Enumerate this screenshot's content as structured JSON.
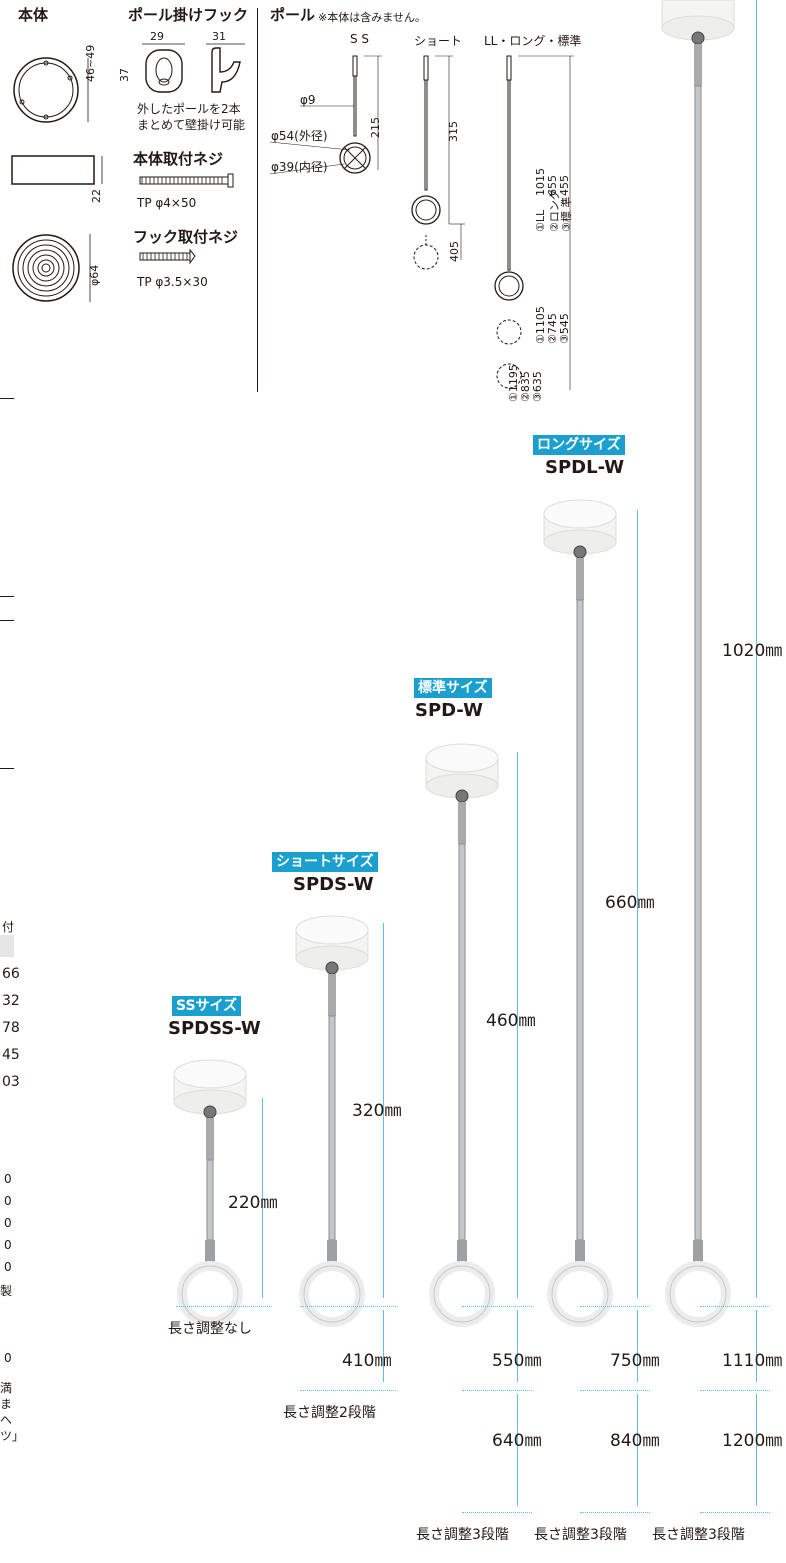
{
  "spec": {
    "body_title": "本体",
    "hook_title": "ポール掛けフック",
    "hook_dims": [
      "29",
      "31",
      "37"
    ],
    "hook_note_1": "外したポールを2本",
    "hook_note_2": "まとめて壁掛け可能",
    "body_dims": [
      "46~49",
      "22",
      "φ64"
    ],
    "screw_title": "本体取付ネジ",
    "screw_spec": "TP φ4×50",
    "hook_screw_title": "フック取付ネジ",
    "hook_screw_spec": "TP φ3.5×30",
    "pole_title": "ポール",
    "pole_note": "※本体は含みません。",
    "pole_cols": [
      "S S",
      "ショート",
      "LL・ロング・標準"
    ],
    "pole_dims": {
      "phi9": "φ9",
      "outer": "φ54(外径)",
      "inner": "φ39(内径)",
      "ss": "215",
      "short": "315",
      "short2": "405",
      "std_list": [
        "①LL",
        "②ロング",
        "③標 準"
      ],
      "std_vals": [
        "1015",
        "655",
        "455"
      ],
      "mid_vals": [
        "①1105",
        "②745",
        "③545"
      ],
      "low_vals": [
        "①1195",
        "②835",
        "③635"
      ]
    }
  },
  "edge_fragments": [
    "付",
    "66",
    "32",
    "78",
    "45",
    "03",
    "0",
    "0",
    "0",
    "0",
    "0",
    "製",
    "0",
    "満",
    "ま",
    "へ",
    "ツ」"
  ],
  "products": [
    {
      "badge": "SSサイズ",
      "model": "SPDSS-W",
      "length": "220㎜",
      "adjust": "長さ調整なし",
      "steps": []
    },
    {
      "badge": "ショートサイズ",
      "model": "SPDS-W",
      "length": "320㎜",
      "adjust": "長さ調整2段階",
      "steps": [
        "410㎜"
      ]
    },
    {
      "badge": "標準サイズ",
      "model": "SPD-W",
      "length": "460㎜",
      "adjust": "長さ調整3段階",
      "steps": [
        "550㎜",
        "640㎜"
      ]
    },
    {
      "badge": "ロングサイズ",
      "model": "SPDL-W",
      "length": "660㎜",
      "adjust": "長さ調整3段階",
      "steps": [
        "750㎜",
        "840㎜"
      ]
    },
    {
      "badge": "",
      "model": "",
      "length": "1020㎜",
      "adjust": "長さ調整3段階",
      "steps": [
        "1110㎜",
        "1200㎜"
      ]
    }
  ]
}
